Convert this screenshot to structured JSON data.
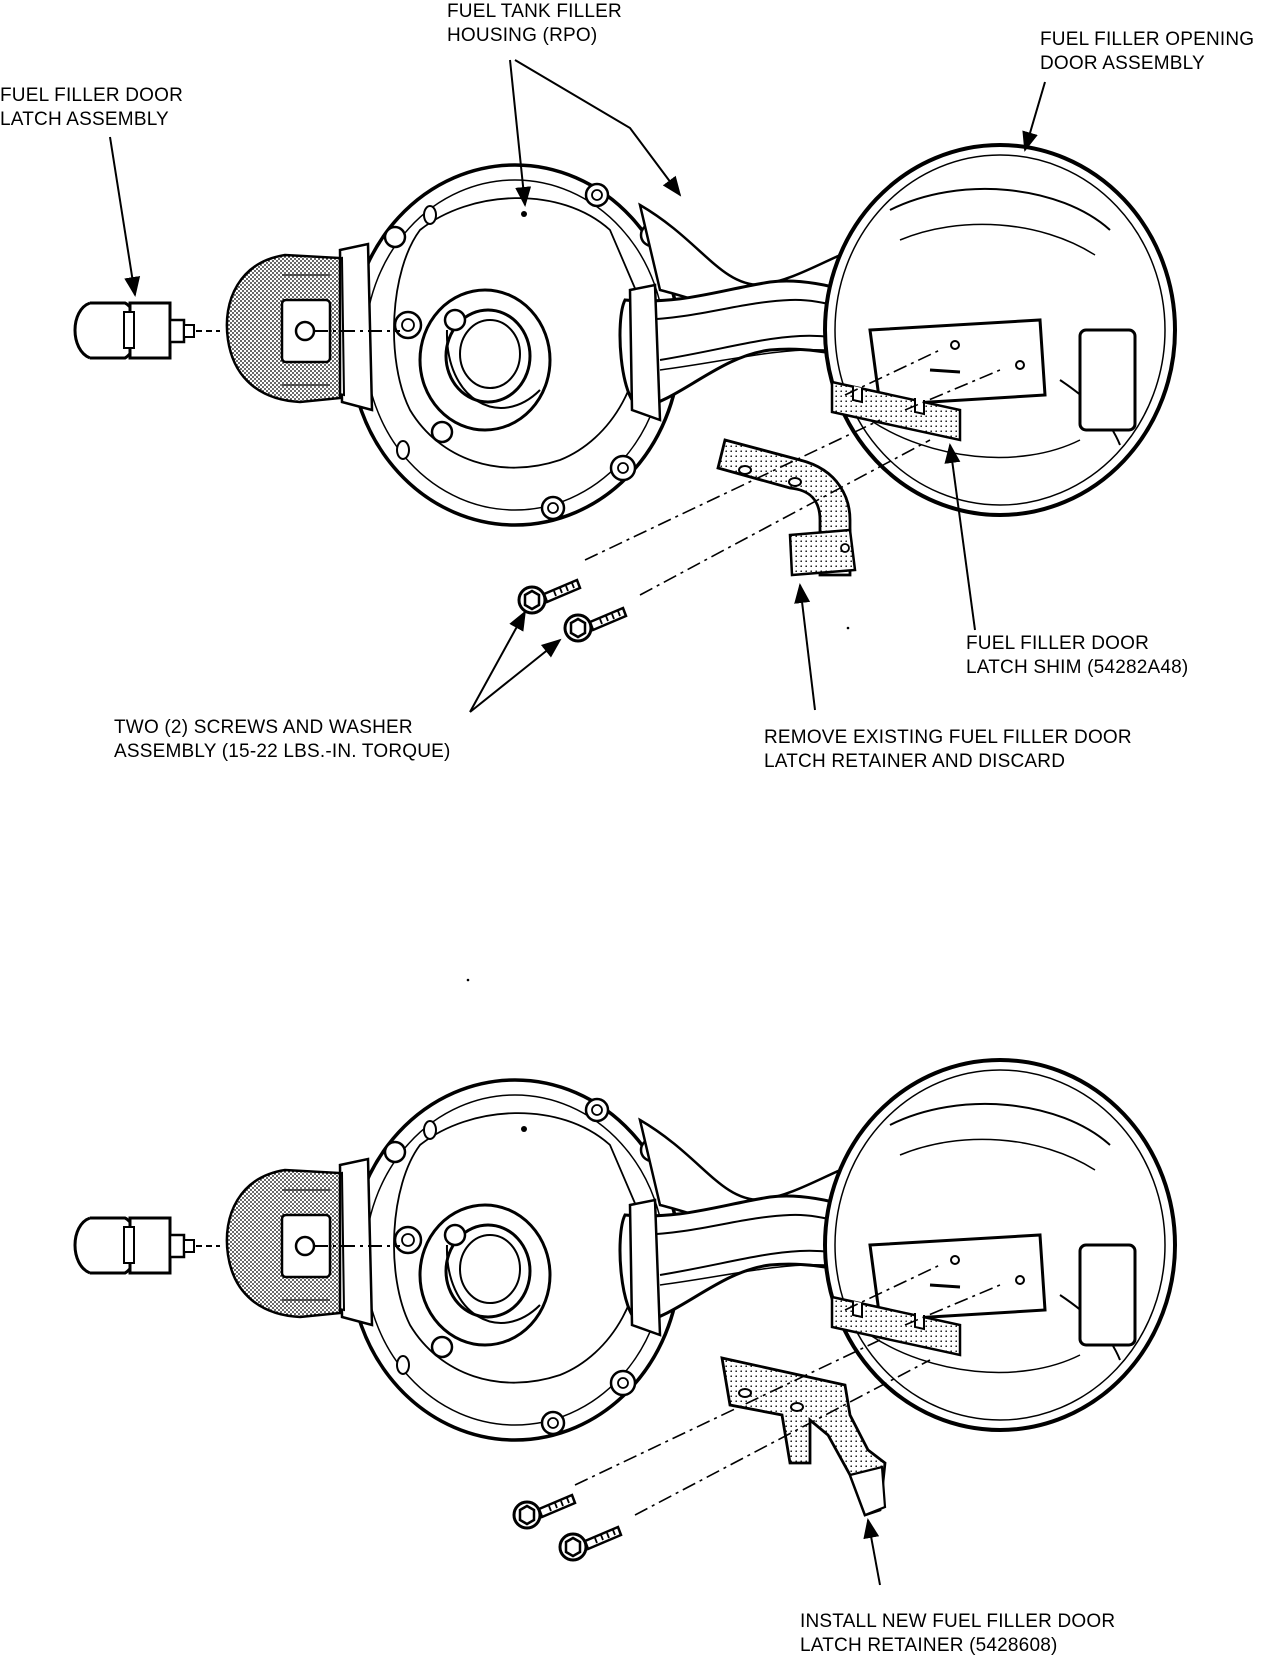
{
  "top": {
    "callouts": {
      "housing": [
        "FUEL TANK FILLER",
        "HOUSING (RPO)"
      ],
      "door": [
        "FUEL FILLER OPENING",
        "DOOR ASSEMBLY"
      ],
      "latch": [
        "FUEL FILLER DOOR",
        "LATCH ASSEMBLY"
      ],
      "shim": [
        "FUEL FILLER DOOR",
        "LATCH SHIM (54282A48)"
      ],
      "screws": [
        "TWO (2) SCREWS AND WASHER",
        "ASSEMBLY (15-22 LBS.-IN. TORQUE)"
      ],
      "remove": [
        "REMOVE EXISTING FUEL FILLER DOOR",
        "LATCH RETAINER AND DISCARD"
      ]
    }
  },
  "bottom": {
    "callouts": {
      "install": [
        "INSTALL NEW FUEL FILLER DOOR",
        "LATCH RETAINER (5428608)"
      ]
    }
  },
  "colors": {
    "ink": "#000000",
    "paper": "#ffffff",
    "shade": "#8a8a8a"
  }
}
